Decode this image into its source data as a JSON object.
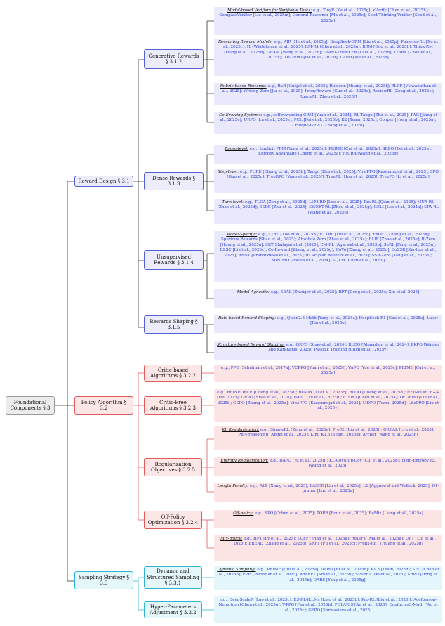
{
  "root": "Foundational Components § 3",
  "groups": {
    "reward": "Reward Design § 3.1",
    "policy": "Policy Algorithm § 3.2",
    "sampling": "Sampling Strategy § 3.3"
  },
  "subs": {
    "generative": "Generative Rewards § 3.1.2",
    "dense": "Dense Rewards § 3.1.3",
    "unsupervised": "Unsupervised Rewards § 3.1.4",
    "shaping": "Rewards Shaping § 3.1.5",
    "critic_based": "Critic-based Algorithms § 3.2.2",
    "critic_free": "Critic-Free Algorithms § 3.2.3",
    "regularization": "Regularization Objectives § 3.2.5",
    "off_policy": "Off-Policy Optimization § 3.2.4",
    "dynamic": "Dynamic and Structured Sampling § 3.3.1",
    "hyper": "Hyper-Parameters Adjustment § 3.3.2"
  },
  "leaves": {
    "g1_title": "Model-based Verifiers for Verifiable Tasks:",
    "g1_text": "e.g., TinyV [Xu et al., 2025g]; xVerify [Chen et al., 2025h]; CompassVerifier [Liu et al., 2025m]; General-Reasoner [Ma et al., 2025c]; Seed-Thinking-Verifier [Seed et al., 2025a]",
    "g2_title": "Reasoning Reward Models:",
    "g2_text": "e.g., AIR [He et al., 2025g]; DeepSeek-GRM [Liu et al., 2025p]; Pairwise-RL [Xu et al., 2025c]; J1 [Whitehouse et al., 2025]; RM-R1 [Chen et al., 2025p]; RRM [Guo et al., 2025h]; Think-RM [Hong et al., 2025b]; GRAM [Wang et al., 2025c]; OMNI-THINKER [Li et al., 2025h]; LIBRA [Zhou et al., 2025c]; TP-GRPO [He et al., 2025f]; CAPO [Xie et al., 2025b]",
    "g3_title": "Rubric-based Rewards:",
    "g3_text": "e.g., RaR [Gunjal et al., 2025]; Rubicon [Huang et al., 2025f]; RLCF [Viswanathan et al., 2025]; Writing-Zero [Jia et al., 2025]; ProxyReward [Guo et al., 2025e]; ReviewRL [Zeng et al., 2025c]; RuscaRL [Zhou et al., 2025f]",
    "g4_title": "Co-Evolving Systems:",
    "g4_text": "e.g., self-rewarding GRM [Yuan et al., 2024]; RL Tango [Zha et al., 2025]; PAG [Jiang et al., 2025e]; URPO [Lu et al., 2025e]; PCL [Fei et al., 2025b]; K2 [Team, 2025c]; Cooper [Hong et al., 2025a]; Critique-GRPO [Zhang et al., 2025l]",
    "d1_title": "Token-level:",
    "d1_text": "e.g., Implicit PRM [Yuan et al., 2025d]; PRIME [Cui et al., 2025a]; SRPO [Fei et al., 2025a]; Entropy Advantage [Cheng et al., 2025a]; HICRA [Wang et al., 2025g]",
    "d2_title": "Step-level:",
    "d2_text": "e.g., PURE [Cheng et al., 2025b]; Tango [Zha et al., 2025]; VinePPO [Kazemnejad et al., 2025]; SPO [Guo et al., 2025c]; TreeRPO [Yang et al., 2025f]; TreeRL [Hou et al., 2025]; TreePO [Li et al., 2025g]",
    "d3_title": "Turn-level:",
    "d3_text": "e.g., TLCA [Zeng et al., 2025d]; LLM-RD [Lee et al., 2025]; ToolRL [Qian et al., 2025]; MUA-RL [Zhao et al., 2025d]; ESDP [Zhu et al., 2024]; SWEET-RL [Zhou et al., 2025g]; GELI [Lee et al., 2024a]; SPA-RL [Wang et al., 2025e]",
    "u1_title": "Model-Specific:",
    "u1_text": "e.g., TTRL [Zuo et al., 2025b]; ETTRL [Liu et al., 2025c]; EMPO [Zhang et al., 2025h]; Spurious Rewards [Shao et al., 2025]; Absolute Zero [Zhao et al., 2025a]; RLIF [Zhao et al., 2025e]; R-Zero [Huang et al., 2025a]; SRT Shafayat et al. [2025]; EM-RL [Agarwal et al., 2025b]; SeRL [Fang et al., 2025a]; RLSC [Li et al., 2025c]; Co-Reward [Zhang et al., 2025g]; CoVo [Zhang et al., 2025c]; CoSSR [Xin-luta et al., 2025]; RENT [Prabhudesai et al., 2025]; RLSF [van Niekerk et al., 2025]; SSR-Zero [Yang et al., 2025e]; MINIMO [Poesia et al., 2024]; SQLM [Chen et al., 2025i]",
    "u2_title": "Model-Agnostic:",
    "u2_text": "e.g., SEAL [Zweiger et al., 2025]; RPT [Dong et al., 2025c; Xin et al. 2025]",
    "s1_title": "Rule-based Reward Shaping:",
    "s1_text": "e.g., Qwen2.5-Math [Yang et al., 2024a]; DeepSeek-R1 [Guo et al., 2025a]; Laser [Liu et al., 2025o]",
    "s2_title": "Structure-based Reward Shaping:",
    "s2_text": "e.g., GRPO [Shao et al., 2024]; RLOO [Ahmadian et al., 2024]; PKPO [Walder and Karkhanis, 2025]; Pass@k Training [Chen et al., 2025v]",
    "cb_text": "e.g., PPO [Schulman et al., 2017a]; VCPPO [Yuan et al., 2025f]; VAPO [Yue et al., 2025c]; PRIME [Cui et al., 2025a]",
    "cf_text": "e.g., REINFORCE [Cheng et al., 2025d]; ReMax [Li et al., 2023c]; RLOO [Cheng et al., 2025d]; REINFORCE++ [Hu, 2025]; GRPO [Shao et al., 2024]; DAPO [Yu et al., 2025d]; CISPO [Chen et al., 2025a]; Dr.GRPO [Liu et al., 2025t]; GSPO [Zheng et al., 2025a]; VinePPO [Kazemnejad et al., 2025]; MDPO [Team, 2025d]; LitePPO [Liu et al., 2025v]",
    "r1_title": "KL Regularization:",
    "r1_text": "e.g., SimpleRL [Zeng et al., 2025e]; ProRL [Liu et al., 2025l]; OREAL [Lyu et al., 2025]; Phi4-reasoning [Abdin et al., 2025]; Kimi K1.5 [Team, 2025d]; Archer [Wang et al., 2025h]",
    "r2_title": "Entropy Regularization:",
    "r2_text": "e.g., DAPO [Yu et al., 2025d]; KL-Cov/Clip-Cov [Cui et al., 2025b]; High-Entropy RL [Wang et al., 2025l]",
    "r3_title": "Length Penalty:",
    "r3_text": "e.g., ALP [Xiang et al., 2025]; LASER [Liu et al., 2025o]; L1 [Aggarwal and Welleck, 2025]; O1-pruner [Luo et al., 2025a]",
    "o1_title": "Off-policy:",
    "o1_text": "e.g., SPO [Cohen et al., 2025]; TOPR [Roux et al., 2025]; ReMix [Liang et al., 2025a]",
    "o2_title": "Mix-policy:",
    "o2_text": "e.g., HPT [Lv et al., 2025]; LUFFY [Yan et al., 2025a]; ReLIFT [Ma et al., 2025a]; UFT [Liu et al., 2025j]; BREAD [Zhang et al., 2025o]; SRFT [Fu et al., 2025c]; Prefix-RFT [Huang et al., 2025g]",
    "sm1_title": "Dynamic Sampling:",
    "sm1_text": "e.g., PRIME [Cui et al., 2025a]; DAPO [Yu et al., 2025d]; K1.5 [Team, 2025d]; SEC [Chen et al., 2025o]; E2H [Parashar et al., 2025]; AdaRFT [Shi et al., 2025b]; SPaRFT [Do et al., 2025]; ARPO [Dong et al., 2025b]; DARS [Yang et al., 2025g];",
    "sm2_text": "e.g., DeepScaleR [Luo et al., 2025c]; E3-RL4LLMs [Liao et al., 2025b]; Pro-RL [Liu et al., 2025l]; AceReason-Nemotron [Chen et al., 2025q]; T-PPO [Fan et al., 2025b]; POLARIS [An et al., 2025]; Confucius3-Math [Wu et al., 2025c]; GFPO [Shrivastava et al., 2025]"
  },
  "colors": {
    "policy_line": "#e35a5a",
    "sampling_line": "#2fb4d6",
    "reward_line": "#333333"
  }
}
